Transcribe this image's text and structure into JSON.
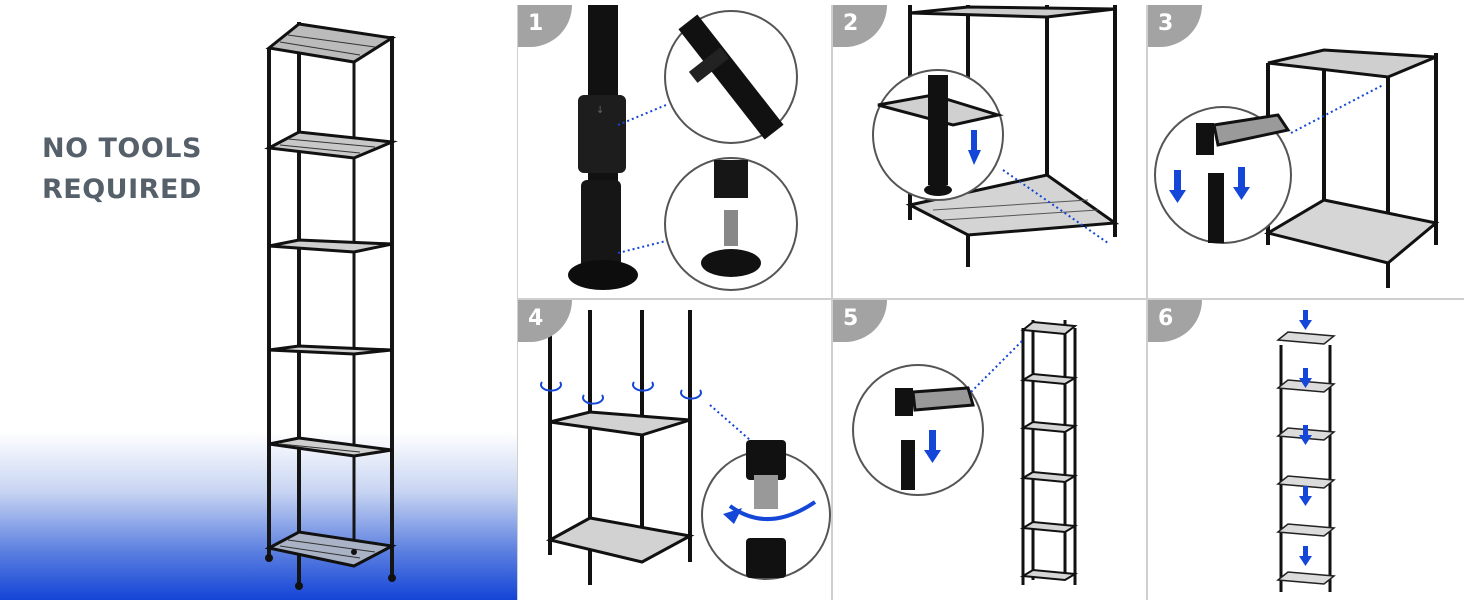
{
  "headline": {
    "line1": "NO TOOLS",
    "line2": "REQUIRED"
  },
  "steps": [
    {
      "number": "1"
    },
    {
      "number": "2"
    },
    {
      "number": "3"
    },
    {
      "number": "4"
    },
    {
      "number": "5"
    },
    {
      "number": "6"
    }
  ],
  "colors": {
    "accent": "#1446d8",
    "badge": "#a3a3a3",
    "headline": "#56606a",
    "frame": "#111111"
  },
  "icons": [
    "down-arrow-icon",
    "rotate-arrow-icon",
    "dotted-leader-line"
  ]
}
